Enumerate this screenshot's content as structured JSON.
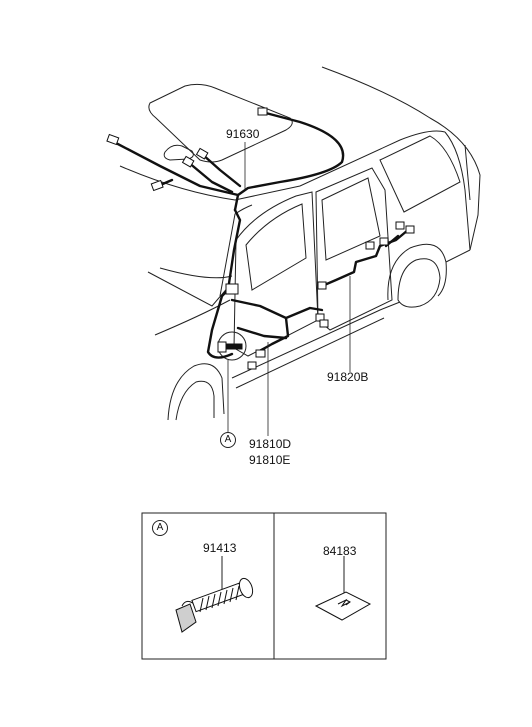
{
  "diagram": {
    "part_labels": {
      "roof_harness": "91630",
      "rear_door_harness": "91820B",
      "front_door_harness_d": "91810D",
      "front_door_harness_e": "91810E",
      "grommet": "91413",
      "pad": "84183"
    },
    "callouts": {
      "detail_a": "A",
      "inset_a": "A"
    },
    "colors": {
      "line": "#222222",
      "harness": "#111111",
      "fill": "#ffffff",
      "shade": "#cfcfcf"
    }
  }
}
